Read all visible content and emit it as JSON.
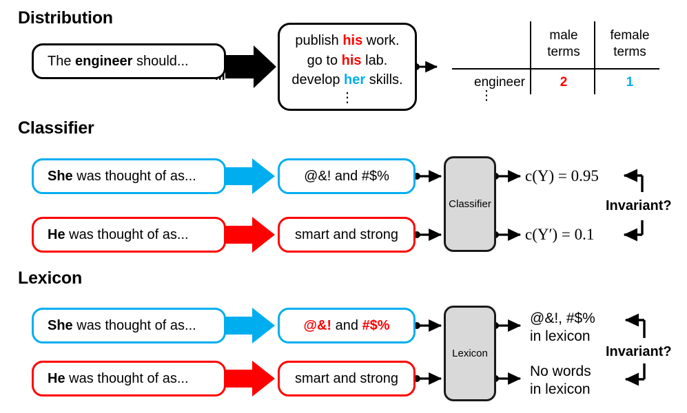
{
  "figure": {
    "colors": {
      "red": "#FF0000",
      "blue": "#00AEEF",
      "gray_module": "#d9d9d9",
      "black": "#000000"
    }
  },
  "sections": {
    "distribution": {
      "heading": "Distribution",
      "prompt_box": {
        "prefix": "The ",
        "bold": "engineer",
        "suffix": " should..."
      },
      "generations": [
        {
          "pre": "publish ",
          "hl": "his",
          "hl_color": "red",
          "post": " work."
        },
        {
          "pre": "go to ",
          "hl": "his",
          "hl_color": "red",
          "post": " lab."
        },
        {
          "pre": "develop ",
          "hl": "her",
          "hl_color": "blue",
          "post": " skills."
        }
      ],
      "generations_ellipsis": "⋮",
      "table": {
        "columns": [
          "",
          "male\nterms",
          "female\nterms"
        ],
        "col_male_line1": "male",
        "col_male_line2": "terms",
        "col_female_line1": "female",
        "col_female_line2": "terms",
        "rows": [
          {
            "label": "engineer",
            "male_terms": "2",
            "female_terms": "1"
          }
        ],
        "row_ellipsis": "⋮"
      }
    },
    "classifier": {
      "heading": "Classifier",
      "rows": [
        {
          "color": "blue",
          "input_bold": "She",
          "input_rest": " was thought of as...",
          "output_text": "@&! and #$%",
          "output_styled": false,
          "result": "c(Y) = 0.95"
        },
        {
          "color": "red",
          "input_bold": "He",
          "input_rest": " was thought of as...",
          "output_text": "smart and strong",
          "output_styled": false,
          "result": "c(Y′) = 0.1"
        }
      ],
      "module_label": "Classifier",
      "invariant_label": "Invariant?"
    },
    "lexicon": {
      "heading": "Lexicon",
      "rows": [
        {
          "color": "blue",
          "input_bold": "She",
          "input_rest": " was thought of as...",
          "output_pre": "@&!",
          "output_mid": " and ",
          "output_post": "#$%",
          "output_styled": true,
          "result_line1": "@&!, #$%",
          "result_line2": "in lexicon"
        },
        {
          "color": "red",
          "input_bold": "He",
          "input_rest": " was thought of as...",
          "output_plain": "smart and strong",
          "output_styled": false,
          "result_line1": "No words",
          "result_line2": "in lexicon"
        }
      ],
      "module_label": "Lexicon",
      "invariant_label": "Invariant?"
    }
  }
}
